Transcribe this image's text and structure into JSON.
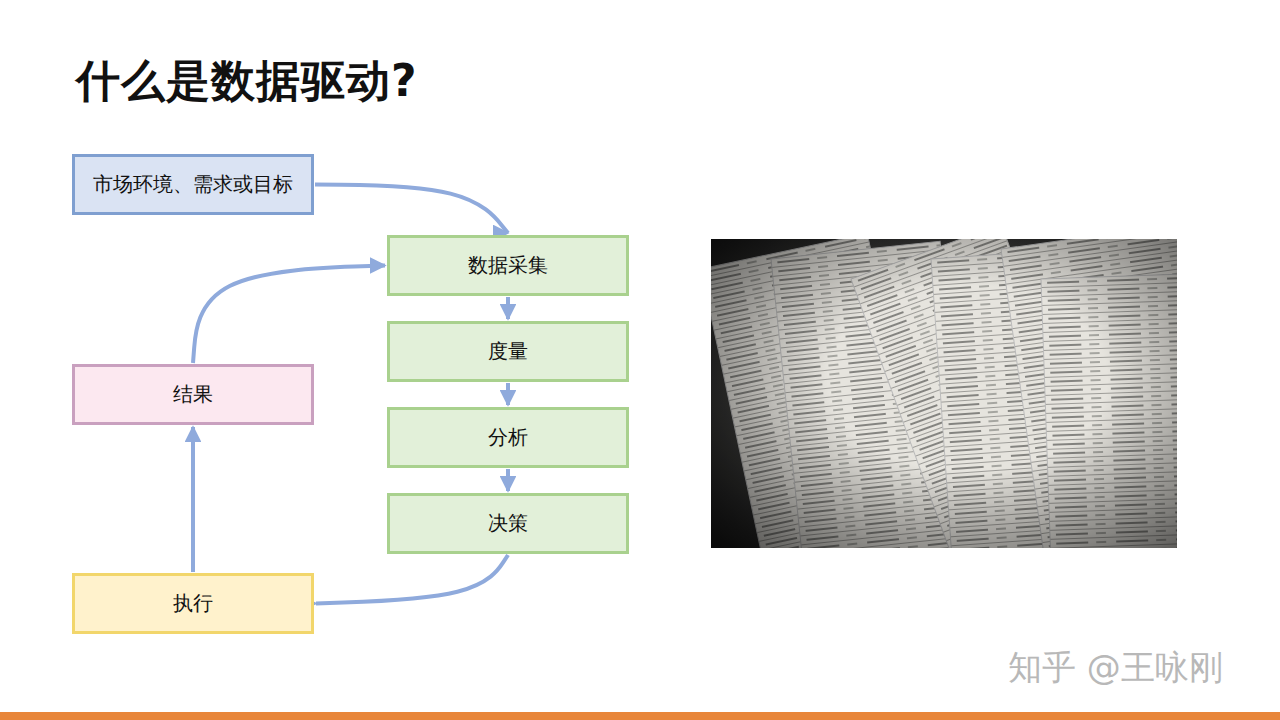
{
  "diagram": {
    "title": "什么是数据驱动?",
    "nodes": [
      {
        "text": [
          "市场环境、需求或目标"
        ]
      },
      {
        "text": [
          "数据采集"
        ]
      },
      {
        "text": [
          "度量"
        ]
      },
      {
        "text": [
          "分析"
        ]
      },
      {
        "text": [
          "决策"
        ]
      },
      {
        "text": [
          "结果"
        ]
      },
      {
        "text": [
          "执行"
        ]
      }
    ],
    "edges": [
      {
        "from": 0,
        "to": 1,
        "arrow": "to"
      },
      {
        "from": 1,
        "to": 2,
        "arrow": "to"
      },
      {
        "from": 2,
        "to": 3,
        "arrow": "to"
      },
      {
        "from": 3,
        "to": 4,
        "arrow": "to"
      },
      {
        "from": 4,
        "to": 6,
        "arrow": "to"
      },
      {
        "from": 6,
        "to": 5,
        "arrow": "to"
      },
      {
        "from": 5,
        "to": 1,
        "arrow": "to"
      }
    ],
    "labels": [
      "知乎 @王咏刚"
    ]
  }
}
